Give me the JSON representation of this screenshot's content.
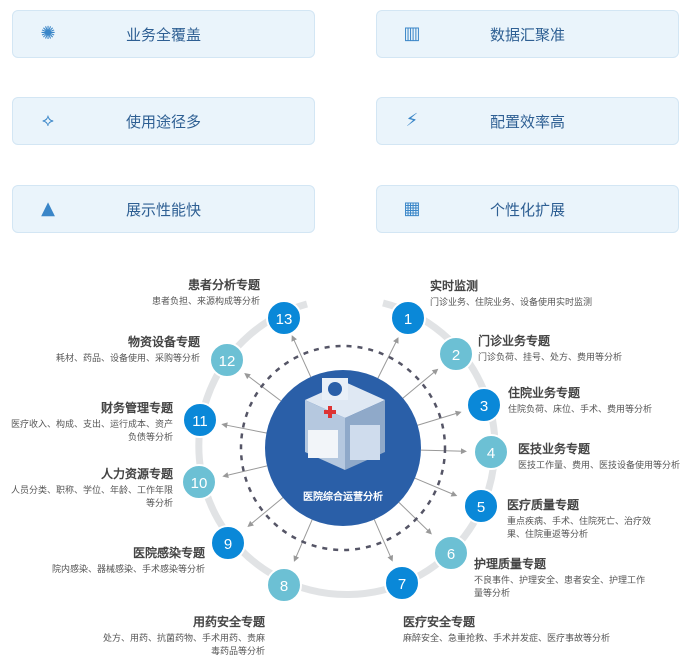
{
  "features": [
    {
      "label": "业务全覆盖",
      "icon": "aperture-icon"
    },
    {
      "label": "数据汇聚准",
      "icon": "bar-chart-icon"
    },
    {
      "label": "使用途径多",
      "icon": "route-icon"
    },
    {
      "label": "配置效率高",
      "icon": "lightning-icon"
    },
    {
      "label": "展示性能快",
      "icon": "rocket-icon"
    },
    {
      "label": "个性化扩展",
      "icon": "widgets-icon"
    }
  ],
  "center": {
    "label": "医院综合运营分析"
  },
  "colors": {
    "dark": "#0a88d8",
    "light": "#6cc0d4",
    "hub": "#2a5fa8"
  },
  "topics": [
    {
      "num": "1",
      "title": "实时监测",
      "desc": "门诊业务、住院业务、设备使用实时监测"
    },
    {
      "num": "2",
      "title": "门诊业务专题",
      "desc": "门诊负荷、挂号、处方、费用等分析"
    },
    {
      "num": "3",
      "title": "住院业务专题",
      "desc": "住院负荷、床位、手术、费用等分析"
    },
    {
      "num": "4",
      "title": "医技业务专题",
      "desc": "医技工作量、费用、医技设备使用等分析"
    },
    {
      "num": "5",
      "title": "医疗质量专题",
      "desc": "重点疾病、手术、住院死亡、治疗效果、住院重返等分析"
    },
    {
      "num": "6",
      "title": "护理质量专题",
      "desc": "不良事件、护理安全、患者安全、护理工作量等分析"
    },
    {
      "num": "7",
      "title": "医疗安全专题",
      "desc": "麻醉安全、急重抢救、手术并发症、医疗事故等分析"
    },
    {
      "num": "8",
      "title": "用药安全专题",
      "desc": "处方、用药、抗菌药物、手术用药、贵麻毒药品等分析"
    },
    {
      "num": "9",
      "title": "医院感染专题",
      "desc": "院内感染、器械感染、手术感染等分析"
    },
    {
      "num": "10",
      "title": "人力资源专题",
      "desc": "人员分类、职称、学位、年龄、工作年限等分析"
    },
    {
      "num": "11",
      "title": "财务管理专题",
      "desc": "医疗收入、构成、支出、运行成本、资产负债等分析"
    },
    {
      "num": "12",
      "title": "物资设备专题",
      "desc": "耗材、药品、设备使用、采购等分析"
    },
    {
      "num": "13",
      "title": "患者分析专题",
      "desc": "患者负担、来源构成等分析"
    }
  ]
}
